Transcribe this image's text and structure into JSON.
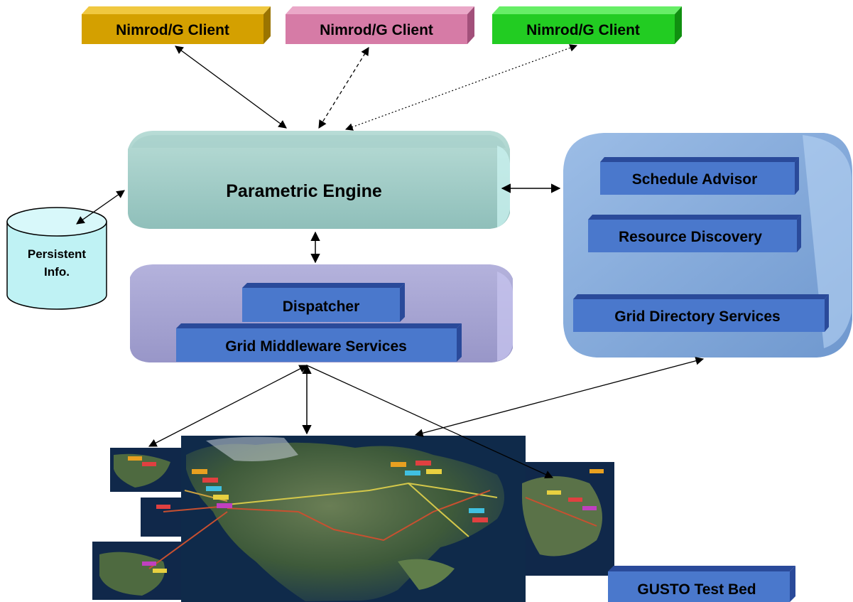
{
  "clients": [
    {
      "label": "Nimrod/G Client",
      "color": "#d4a000"
    },
    {
      "label": "Nimrod/G Client",
      "color": "#d67ba6"
    },
    {
      "label": "Nimrod/G Client",
      "color": "#22cc22"
    }
  ],
  "engine": {
    "label": "Parametric Engine",
    "color": "#9fcac4"
  },
  "persistent_info": {
    "line1": "Persistent",
    "line2": "Info."
  },
  "middleware_group": {
    "dispatcher": "Dispatcher",
    "grid_middleware": "Grid Middleware Services"
  },
  "services_group": {
    "schedule_advisor": "Schedule Advisor",
    "resource_discovery": "Resource Discovery",
    "grid_directory": "Grid Directory Services"
  },
  "testbed": {
    "label": "GUSTO Test Bed"
  },
  "colors": {
    "service_box": "#4a78cc",
    "services_panel": "#84a8d8",
    "middleware_panel": "#a8a6d2",
    "cylinder": "#bff2f4",
    "ocean": "#0f2a4a",
    "land": "#4f6a3c"
  }
}
